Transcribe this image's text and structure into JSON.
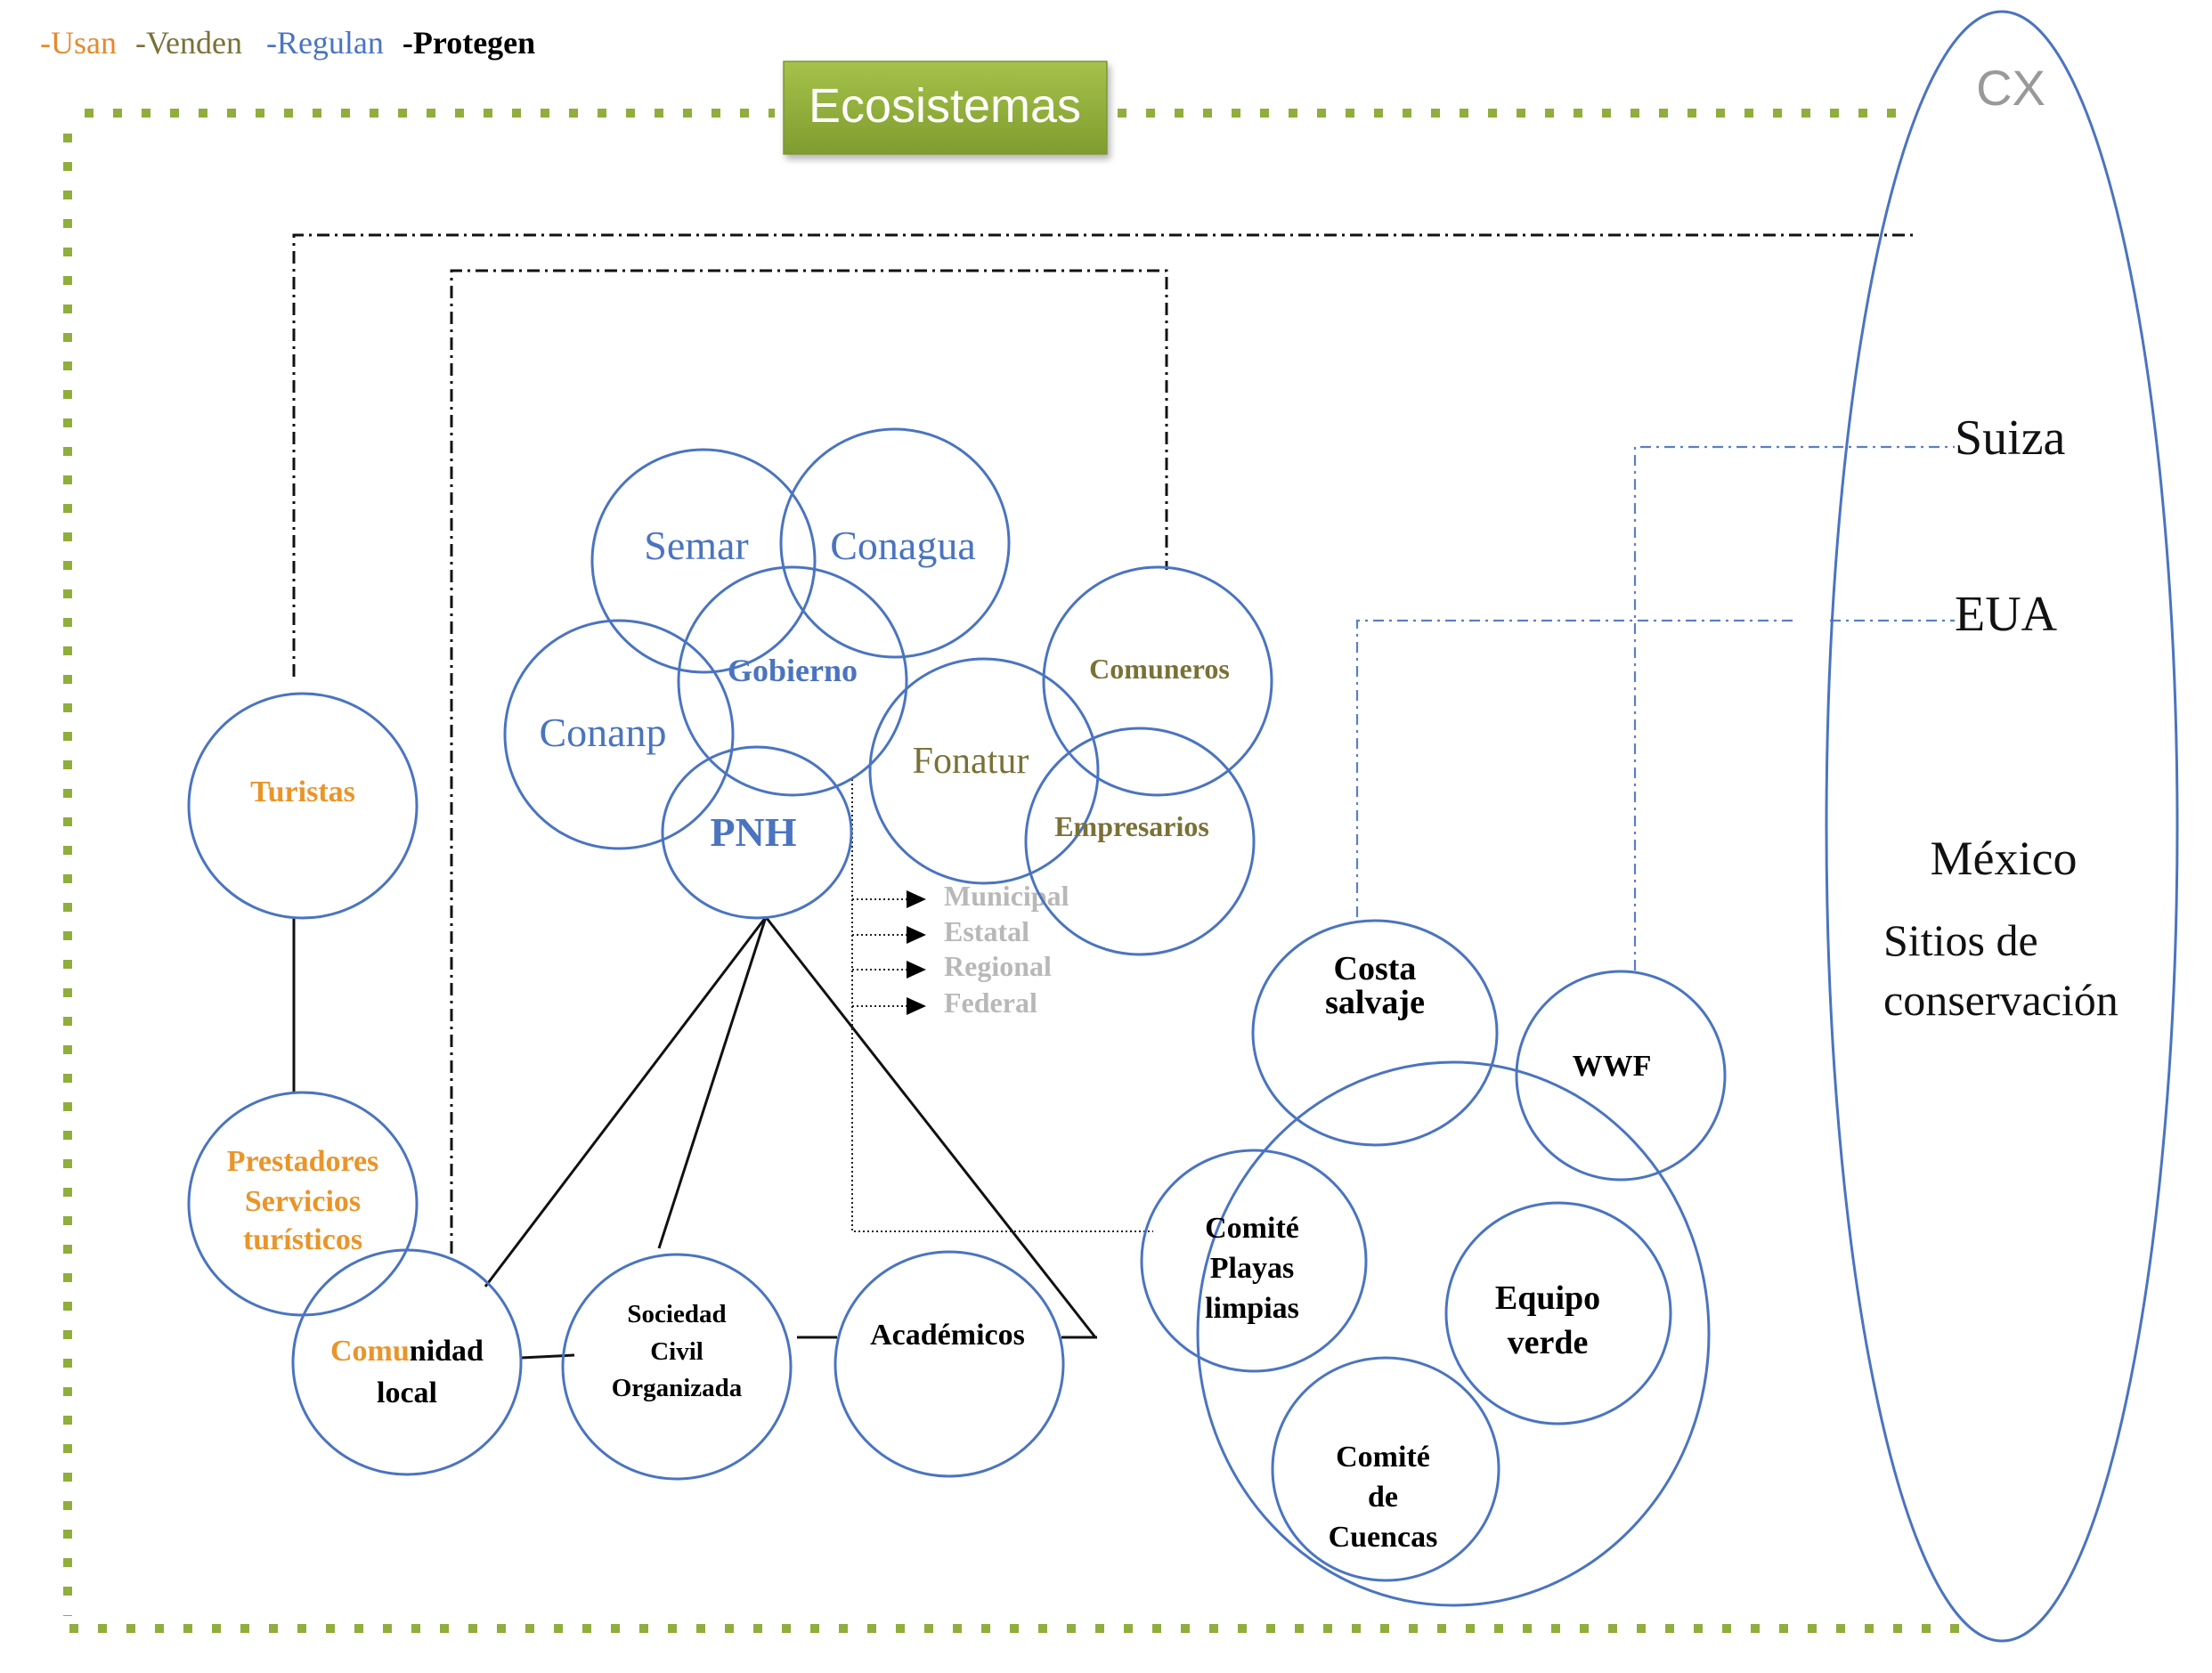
{
  "legend": [
    {
      "label": "-Usan",
      "color": "#e5892f"
    },
    {
      "label": "-Venden",
      "color": "#7a7137"
    },
    {
      "label": "-Regulan",
      "color": "#4a74c0"
    },
    {
      "label": "-Protegen",
      "color": "#000000"
    }
  ],
  "header": {
    "title": "Ecosistemas",
    "bg_color": "#8fae3b"
  },
  "cx_label": "CX",
  "countries": {
    "suiza": "Suiza",
    "eua": "EUA",
    "mexico": "México",
    "sitios": [
      "Sitios de",
      "conservación"
    ]
  },
  "nodes": {
    "turistas": {
      "lines": [
        "Turistas"
      ],
      "color": "#e9952a"
    },
    "prestadores": {
      "lines": [
        "Prestadores",
        "Servicios",
        "turísticos"
      ],
      "color": "#e9952a"
    },
    "comunidad": {
      "prefix": "Comu",
      "suffix": "nidad",
      "line2": "local",
      "prefix_color": "#e9952a",
      "color": "#000000"
    },
    "sociedad": {
      "lines": [
        "Sociedad",
        "Civil",
        "Organizada"
      ],
      "color": "#000000"
    },
    "academicos": {
      "lines": [
        "Académicos"
      ],
      "color": "#000000"
    },
    "semar": {
      "lines": [
        "Semar"
      ],
      "color": "#4a74c0"
    },
    "conagua": {
      "lines": [
        "Conagua"
      ],
      "color": "#4a74c0"
    },
    "gobierno": {
      "lines": [
        "Gobierno"
      ],
      "color": "#4a74c0"
    },
    "conanp": {
      "lines": [
        "Conanp"
      ],
      "color": "#4a74c0"
    },
    "pnh": {
      "lines": [
        "PNH"
      ],
      "color": "#4a74c0"
    },
    "fonatur": {
      "lines": [
        "Fonatur"
      ],
      "color": "#7a7137"
    },
    "comuneros": {
      "lines": [
        "Comuneros"
      ],
      "color": "#7a7137"
    },
    "empresarios": {
      "lines": [
        "Empresarios"
      ],
      "color": "#7a7137"
    },
    "costa": {
      "lines": [
        "Costa",
        "salvaje"
      ],
      "color": "#000000"
    },
    "wwf": {
      "lines": [
        "WWF"
      ],
      "color": "#000000"
    },
    "comite_playas": {
      "lines": [
        "Comité",
        "Playas",
        "limpias"
      ],
      "color": "#000000"
    },
    "equipo_verde": {
      "lines": [
        "Equipo",
        "verde"
      ],
      "color": "#000000"
    },
    "comite_cuencas": {
      "lines": [
        "Comité",
        "de",
        "Cuencas"
      ],
      "color": "#000000"
    }
  },
  "levels": [
    "Municipal",
    "Estatal",
    "Regional",
    "Federal"
  ],
  "levels_color": "#b8b8b8"
}
